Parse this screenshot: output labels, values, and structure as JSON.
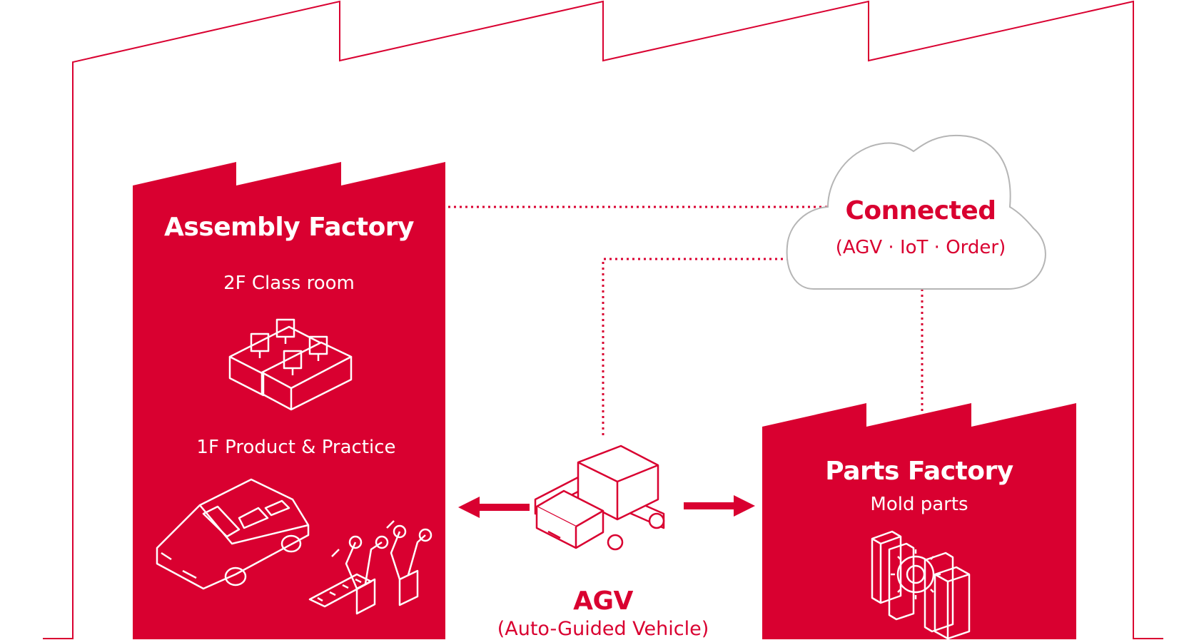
{
  "colors": {
    "accent": "#d90030",
    "cloud_stroke": "#b5b5b5",
    "line_art": "#ffffff"
  },
  "assembly": {
    "title": "Assembly Factory",
    "floor2": "2F Class room",
    "floor1": "1F Product & Practice",
    "icons": [
      "classroom-desks-icon",
      "car-icon",
      "robot-arm-icon"
    ]
  },
  "cloud": {
    "title": "Connected",
    "subtitle": "(AGV · IoT · Order)"
  },
  "parts": {
    "title": "Parts Factory",
    "subtitle": "Mold parts",
    "icons": [
      "mold-machine-icon"
    ]
  },
  "agv": {
    "title": "AGV",
    "subtitle": "(Auto-Guided Vehicle)",
    "icons": [
      "agv-truck-icon",
      "arrow-left-icon",
      "arrow-right-icon"
    ]
  }
}
